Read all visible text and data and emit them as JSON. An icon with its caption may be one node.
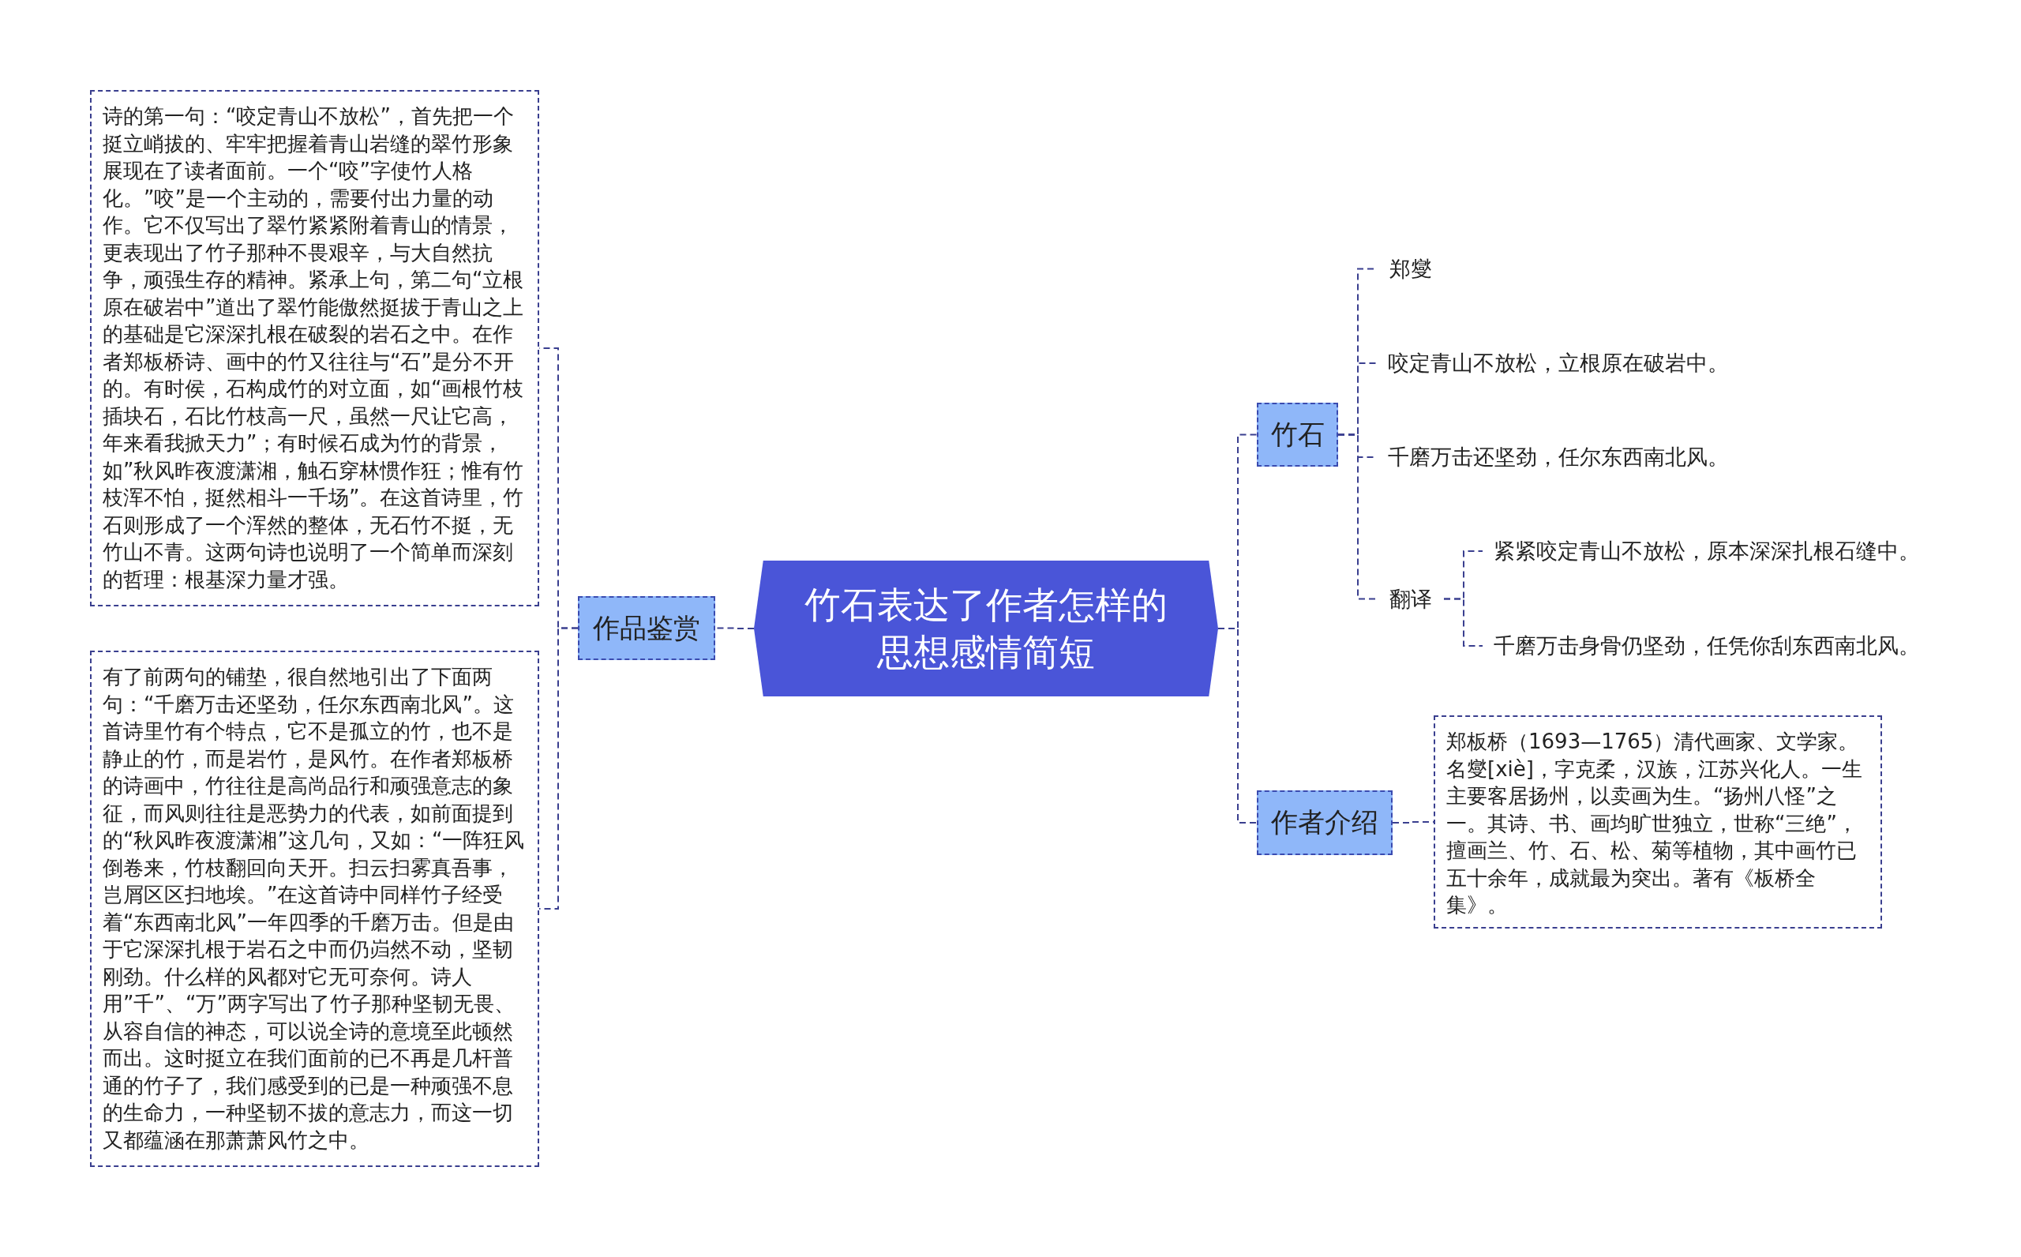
{
  "diagram": {
    "nodes": [
      {
        "text": [
          "竹石表达了作者怎样的思想感情简短"
        ]
      },
      {
        "text": [
          "作品鉴赏"
        ]
      },
      {
        "text": [
          "诗的第一句：“咬定青山不放松”，首先把一个挺立峭拔的、牢牢把握着青山岩缝的翠竹形象展现在了读者面前。一个“咬”字使竹人格化。”咬”是一个主动的，需要付出力量的动作。它不仅写出了翠竹紧紧附着青山的情景，更表现出了竹子那种不畏艰辛，与大自然抗争，顽强生存的精神。紧承上句，第二句“立根原在破岩中”道出了翠竹能傲然挺拔于青山之上的基础是它深深扎根在破裂的岩石之中。在作者郑板桥诗、画中的竹又往往与“石”是分不开的。有时侯，石构成竹的对立面，如“画根竹枝插块石，石比竹枝高一尺，虽然一尺让它高，年来看我掀天力”；有时候石成为竹的背景，如”秋风昨夜渡潇湘，触石穿林惯作狂；惟有竹枝浑不怕，挺然相斗一千场”。在这首诗里，竹石则形成了一个浑然的整体，无石竹不挺，无竹山不青。这两句诗也说明了一个简单而深刻的哲理：根基深力量才强。"
        ]
      },
      {
        "text": [
          "有了前两句的铺垫，很自然地引出了下面两句：“千磨万击还坚劲，任尔东西南北风”。这首诗里竹有个特点，它不是孤立的竹，也不是静止的竹，而是岩竹，是风竹。在作者郑板桥的诗画中，竹往往是高尚品行和顽强意志的象征，而风则往往是恶势力的代表，如前面提到的“秋风昨夜渡潇湘”这几句，又如：“一阵狂风倒卷来，竹枝翻回向天开。扫云扫雾真吾事，岂屑区区扫地埃。”在这首诗中同样竹子经受着“东西南北风”一年四季的千磨万击。但是由于它深深扎根于岩石之中而仍岿然不动，坚韧刚劲。什么样的风都对它无可奈何。诗人用”千”、“万”两字写出了竹子那种坚韧无畏、从容自信的神态，可以说全诗的意境至此顿然而出。这时挺立在我们面前的已不再是几杆普通的竹子了，我们感受到的已是一种顽强不息的生命力，一种坚韧不拔的意志力，而这一切又都蕴涵在那萧萧风竹之中。"
        ]
      },
      {
        "text": [
          "竹石"
        ]
      },
      {
        "text": [
          "郑燮"
        ]
      },
      {
        "text": [
          "咬定青山不放松，立根原在破岩中。"
        ]
      },
      {
        "text": [
          "千磨万击还坚劲，任尔东西南北风。"
        ]
      },
      {
        "text": [
          "翻译"
        ]
      },
      {
        "text": [
          "紧紧咬定青山不放松，原本深深扎根石缝中。"
        ]
      },
      {
        "text": [
          "千磨万击身骨仍坚劲，任凭你刮东西南北风。"
        ]
      },
      {
        "text": [
          "作者介绍"
        ]
      },
      {
        "text": [
          "郑板桥（1693—1765）清代画家、文学家。名燮[xiè]，字克柔，汉族，江苏兴化人。一生主要客居扬州，以卖画为生。“扬州八怪”之一。其诗、书、画均旷世独立，世称“三绝”，擅画兰、竹、石、松、菊等植物，其中画竹已五十余年，成就最为突出。著有《板桥全集》。"
        ]
      }
    ],
    "edges": [
      {
        "from": 0,
        "to": 1,
        "arrow": "none"
      },
      {
        "from": 1,
        "to": 2,
        "arrow": "none"
      },
      {
        "from": 1,
        "to": 3,
        "arrow": "none"
      },
      {
        "from": 0,
        "to": 4,
        "arrow": "none"
      },
      {
        "from": 4,
        "to": 5,
        "arrow": "none"
      },
      {
        "from": 4,
        "to": 6,
        "arrow": "none"
      },
      {
        "from": 4,
        "to": 7,
        "arrow": "none"
      },
      {
        "from": 4,
        "to": 8,
        "arrow": "none"
      },
      {
        "from": 8,
        "to": 9,
        "arrow": "none"
      },
      {
        "from": 8,
        "to": 10,
        "arrow": "none"
      },
      {
        "from": 0,
        "to": 11,
        "arrow": "none"
      },
      {
        "from": 11,
        "to": 12,
        "arrow": "none"
      }
    ]
  }
}
